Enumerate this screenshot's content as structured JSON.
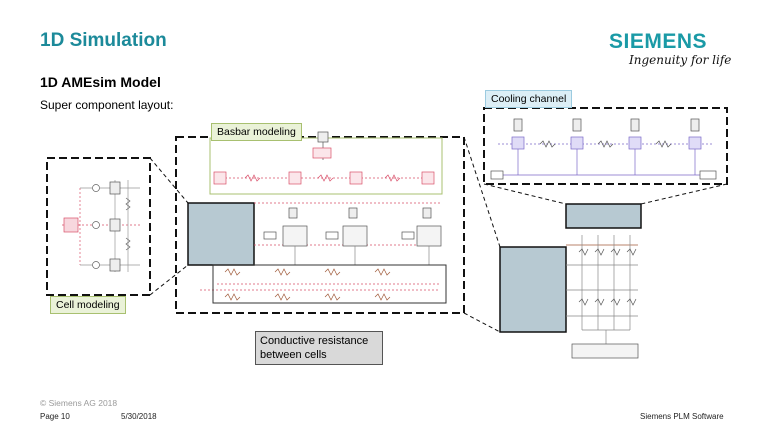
{
  "slide": {
    "title": "1D Simulation",
    "subtitle": "1D AMEsim Model",
    "intro": "Super component layout:"
  },
  "logo": {
    "wordmark": "SIEMENS",
    "tagline": "Ingenuity for life"
  },
  "labels": {
    "cooling_channel": "Cooling channel",
    "basbar_modeling": "Basbar modeling",
    "cell_modeling": "Cell modeling",
    "conductive_resistance": "Conductive resistance between cells"
  },
  "footer": {
    "copyright": "© Siemens AG 2018",
    "page": "Page 10",
    "date": "5/30/2018",
    "company": "Siemens PLM Software"
  },
  "colors": {
    "title": "#1c8a9a",
    "brand": "#1a9aa6",
    "cell_block": "#b7c9d2",
    "basbar_outline": "#a8c070",
    "cooling_node": "#7b68c8",
    "basbar_node": "#d9506a"
  }
}
